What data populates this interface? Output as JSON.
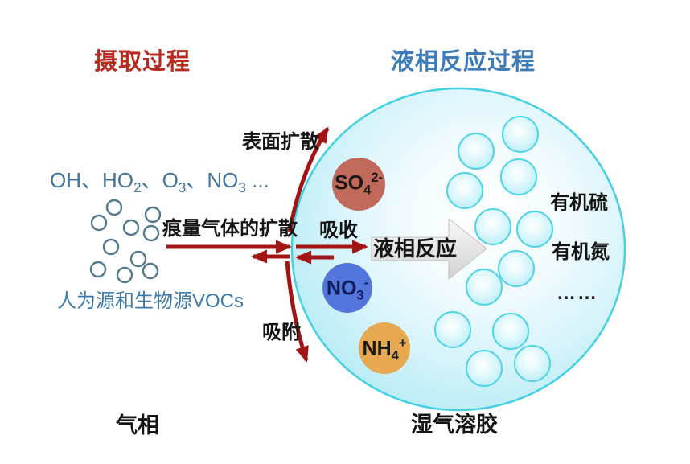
{
  "titles": {
    "uptake_process": "摄取过程",
    "liquid_phase_reaction_process": "液相反应过程"
  },
  "labels": {
    "surface_diffusion": "表面扩散",
    "trace_gas_diffusion": "痕量气体的扩散",
    "absorption": "吸收",
    "adsorption": "吸附",
    "liquid_phase_reaction": "液相反应",
    "organic_sulfur": "有机硫",
    "organic_nitrogen": "有机氮",
    "ellipsis": "……",
    "gas_phase": "气相",
    "wet_aerosol": "湿气溶胶",
    "voc_sources": "人为源和生物源VOCs"
  },
  "oxidants": {
    "p1": "OH、HO",
    "s1": "2",
    "p2": "、O",
    "s2": "3",
    "p3": "、NO",
    "s3": "3",
    "p4": " ..."
  },
  "ions": [
    {
      "name": "sulfate",
      "base": "SO",
      "sub": "4",
      "sup": "2-"
    },
    {
      "name": "nitrate",
      "base": "NO",
      "sub": "3",
      "sup": "-"
    },
    {
      "name": "ammonium",
      "base": "NH",
      "sub": "4",
      "sup": "+"
    }
  ],
  "colors": {
    "title_red": "#b92b1e",
    "title_blue": "#3d7cba",
    "oxidant_text_blue": "#40759c",
    "voc_text_blue": "#3c79a8",
    "arrow_red": "#a31414",
    "droplet_rim": "#45d0e4",
    "bubble_rim": "#4fd4e7",
    "sulfate_circle": "#c16a5b",
    "nitrate_circle": "#5276dc",
    "ammonium_circle": "#e6a851",
    "molecule_outline": "#54788c",
    "reaction_arrow_gray": "#e0e0e0"
  }
}
